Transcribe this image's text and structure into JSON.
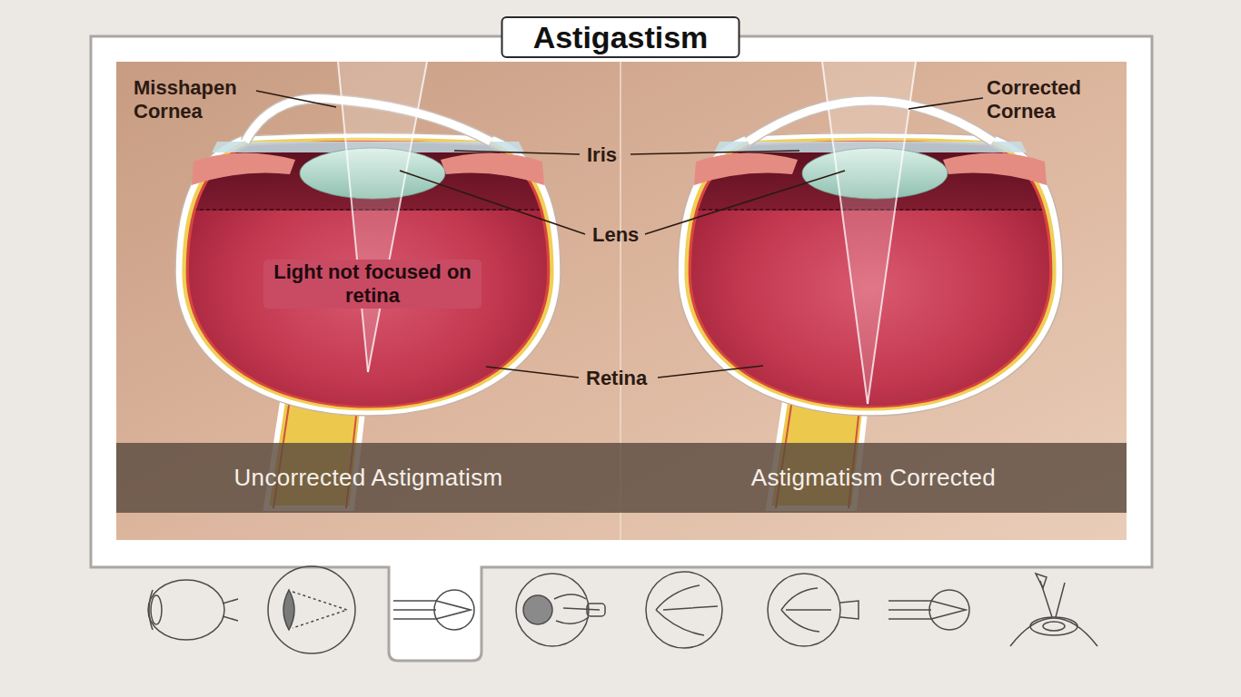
{
  "diagram": {
    "title": "Astigastism",
    "nodes": [
      {
        "text": [
          "Uncorrected Astigmatism"
        ]
      },
      {
        "text": [
          "Astigmatism Corrected"
        ]
      }
    ],
    "labels": [
      "Misshapen Cornea",
      "Corrected Cornea",
      "Iris",
      "Lens",
      "Light not focused on retina",
      "Retina"
    ]
  }
}
